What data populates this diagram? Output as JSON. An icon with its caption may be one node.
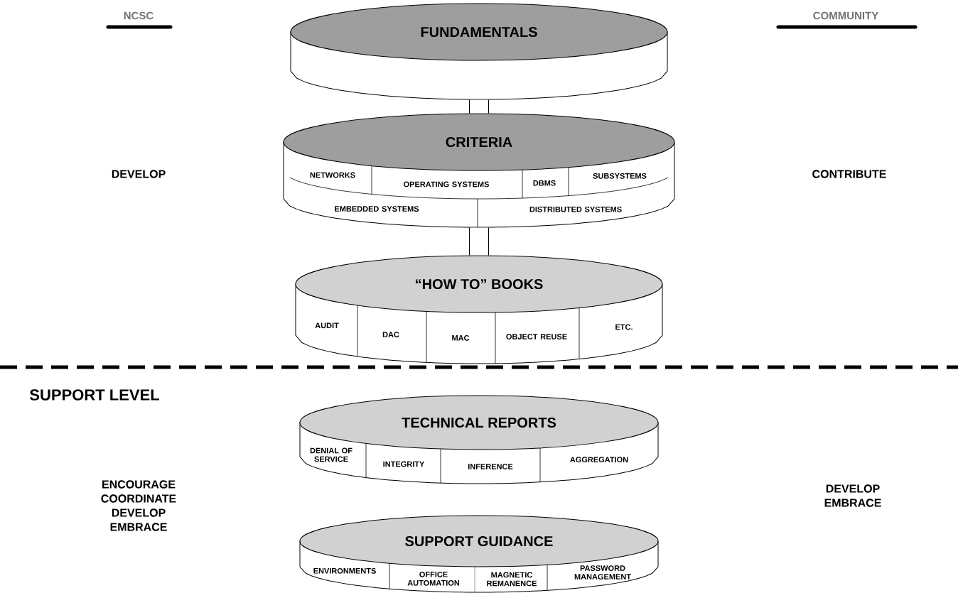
{
  "diagram": {
    "nodes": [
      {
        "text": [
          "FUNDAMENTALS"
        ]
      },
      {
        "text": [
          "CRITERIA"
        ]
      },
      {
        "text": [
          "NETWORKS"
        ],
        "in": 1
      },
      {
        "text": [
          "OPERATING SYSTEMS"
        ],
        "in": 1
      },
      {
        "text": [
          "DBMS"
        ],
        "in": 1
      },
      {
        "text": [
          "SUBSYSTEMS"
        ],
        "in": 1
      },
      {
        "text": [
          "EMBEDDED SYSTEMS"
        ],
        "in": 1
      },
      {
        "text": [
          "DISTRIBUTED SYSTEMS"
        ],
        "in": 1
      },
      {
        "text": [
          "“HOW TO” BOOKS"
        ]
      },
      {
        "text": [
          "AUDIT"
        ],
        "in": 8
      },
      {
        "text": [
          "DAC"
        ],
        "in": 8
      },
      {
        "text": [
          "MAC"
        ],
        "in": 8
      },
      {
        "text": [
          "OBJECT REUSE"
        ],
        "in": 8
      },
      {
        "text": [
          "ETC."
        ],
        "in": 8
      },
      {
        "text": [
          "TECHNICAL REPORTS"
        ]
      },
      {
        "text": [
          "DENIAL OF SERVICE"
        ],
        "in": 14
      },
      {
        "text": [
          "INTEGRITY"
        ],
        "in": 14
      },
      {
        "text": [
          "INFERENCE"
        ],
        "in": 14
      },
      {
        "text": [
          "AGGREGATION"
        ],
        "in": 14
      },
      {
        "text": [
          "SUPPORT GUIDANCE"
        ]
      },
      {
        "text": [
          "ENVIRONMENTS"
        ],
        "in": 19
      },
      {
        "text": [
          "OFFICE AUTOMATION"
        ],
        "in": 19
      },
      {
        "text": [
          "MAGNETIC REMANENCE"
        ],
        "in": 19
      },
      {
        "text": [
          "PASSWORD MANAGEMENT"
        ],
        "in": 19
      }
    ],
    "edges": [
      {
        "from": 0,
        "to": 1,
        "arrow": "none"
      },
      {
        "from": 1,
        "to": 8,
        "arrow": "none"
      }
    ],
    "labels": [
      "NCSC",
      "COMMUNITY",
      "DEVELOP",
      "CONTRIBUTE",
      "SUPPORT LEVEL",
      "ENCOURAGE COORDINATE DEVELOP EMBRACE",
      "DEVELOP EMBRACE"
    ]
  }
}
